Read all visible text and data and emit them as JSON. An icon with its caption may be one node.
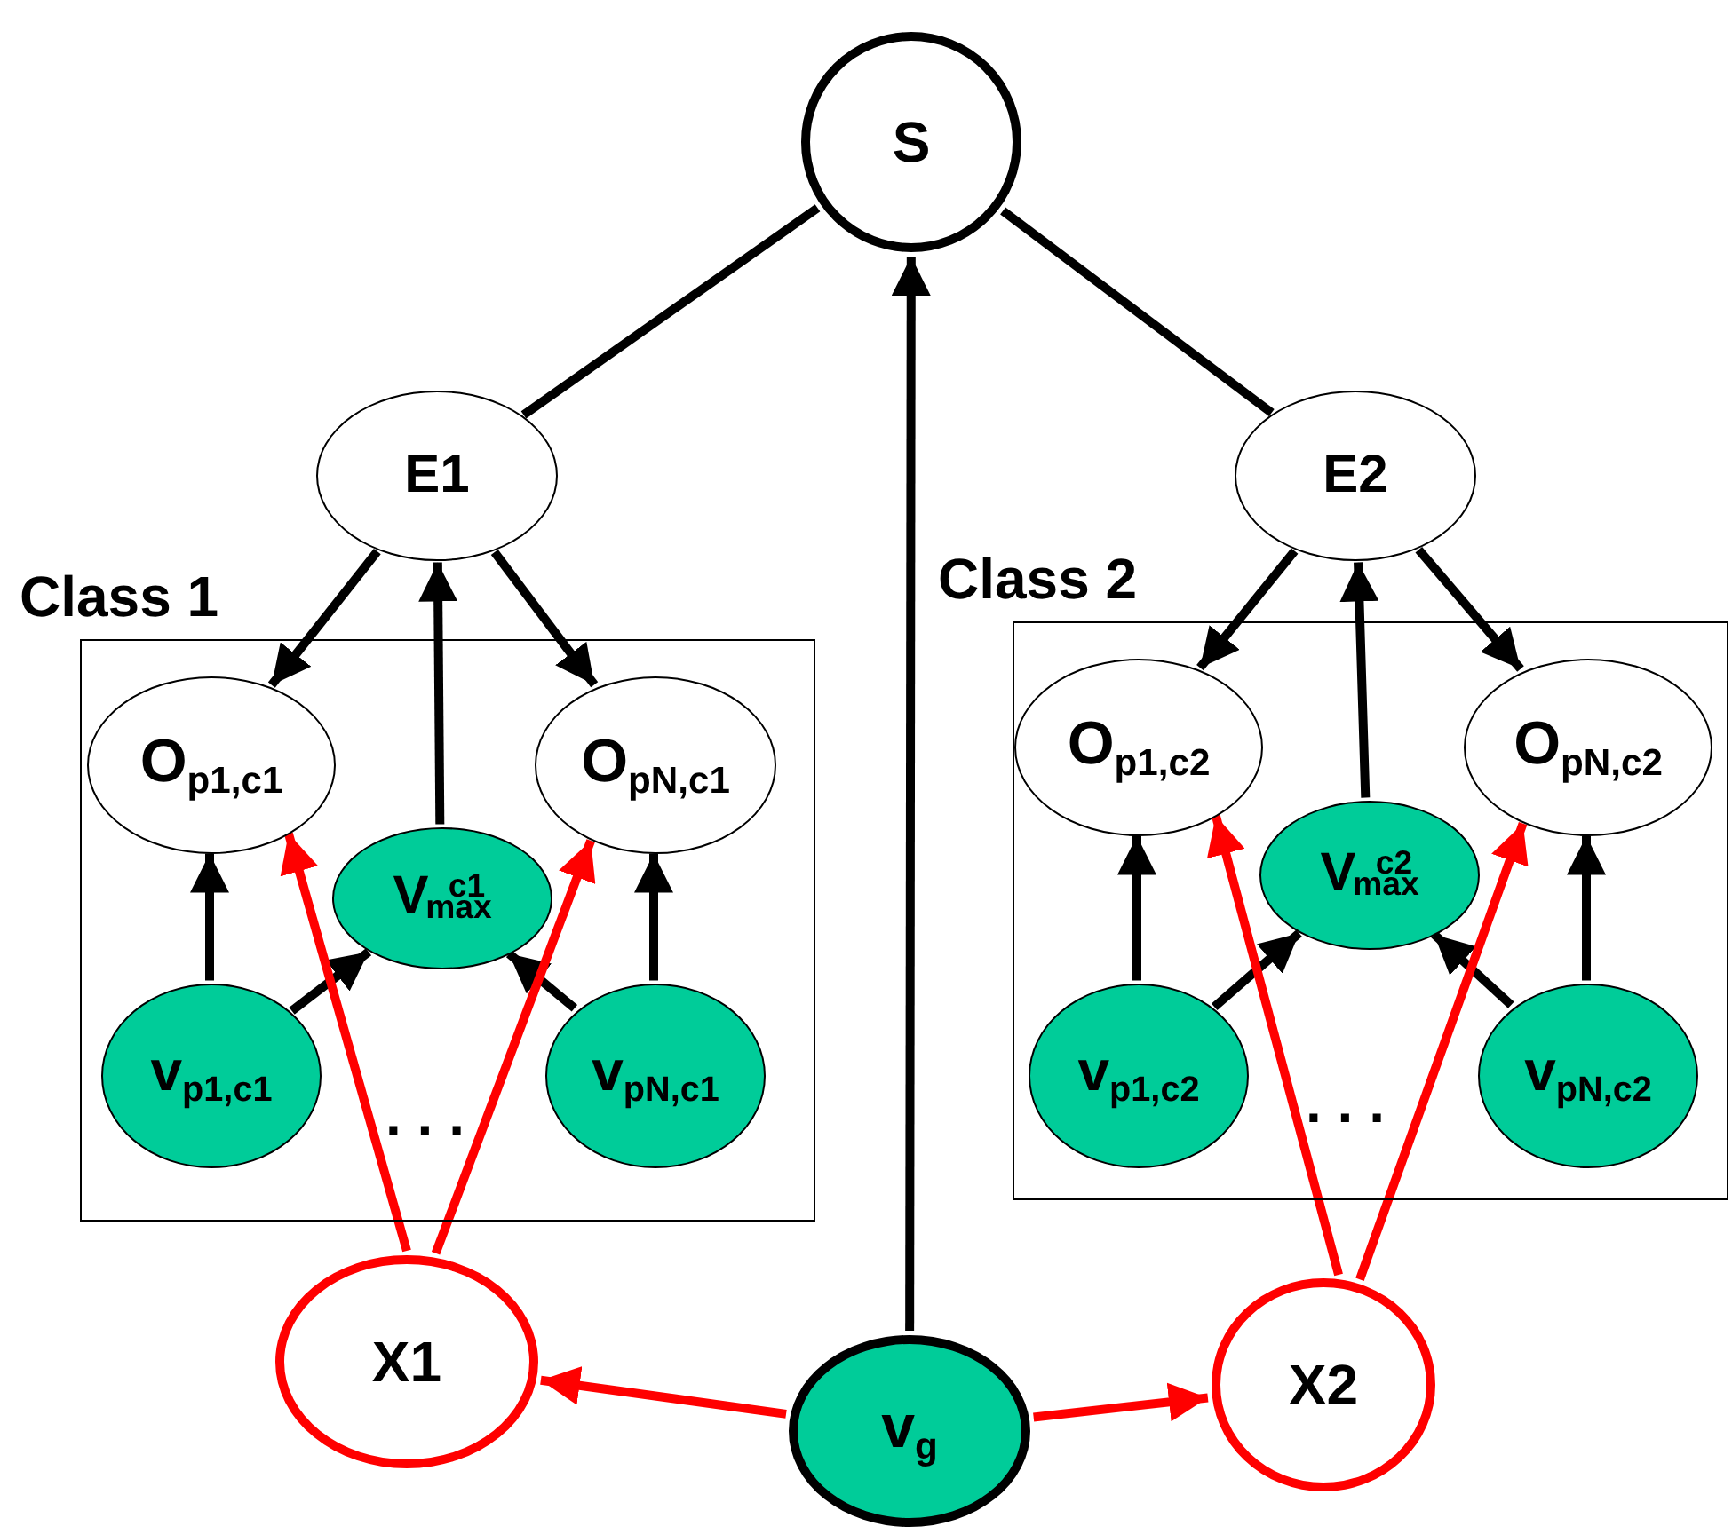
{
  "diagram": {
    "nodes": [
      {
        "text": [
          "S"
        ]
      },
      {
        "text": [
          "E1"
        ]
      },
      {
        "text": [
          "E2"
        ]
      },
      {
        "text": [
          "Class 1"
        ]
      },
      {
        "text": [
          "O$_{p1,c1}$"
        ],
        "in": 3
      },
      {
        "text": [
          "V$^{c1}$$_{max}$"
        ],
        "in": 3
      },
      {
        "text": [
          "O$_{pN,c1}$"
        ],
        "in": 3
      },
      {
        "text": [
          "v$_{p1,c1}$"
        ],
        "in": 3
      },
      {
        "text": [
          "v$_{pN,c1}$"
        ],
        "in": 3
      },
      {
        "text": [
          "Class 2"
        ]
      },
      {
        "text": [
          "O$_{p1,c2}$"
        ],
        "in": 9
      },
      {
        "text": [
          "V$^{c2}$$_{max}$"
        ],
        "in": 9
      },
      {
        "text": [
          "O$_{pN,c2}$"
        ],
        "in": 9
      },
      {
        "text": [
          "v$_{p1,c2}$"
        ],
        "in": 9
      },
      {
        "text": [
          "v$_{pN,c2}$"
        ],
        "in": 9
      },
      {
        "text": [
          "X1"
        ]
      },
      {
        "text": [
          "v$_{g}$"
        ]
      },
      {
        "text": [
          "X2"
        ]
      }
    ],
    "edges": [
      {
        "from": 0,
        "to": 1,
        "arrow": "none"
      },
      {
        "from": 0,
        "to": 2,
        "arrow": "none"
      },
      {
        "from": 16,
        "to": 0,
        "arrow": "to"
      },
      {
        "from": 1,
        "to": 4,
        "arrow": "to"
      },
      {
        "from": 5,
        "to": 1,
        "arrow": "to"
      },
      {
        "from": 1,
        "to": 6,
        "arrow": "to"
      },
      {
        "from": 7,
        "to": 4,
        "arrow": "to"
      },
      {
        "from": 7,
        "to": 5,
        "arrow": "to"
      },
      {
        "from": 8,
        "to": 5,
        "arrow": "to"
      },
      {
        "from": 8,
        "to": 6,
        "arrow": "to"
      },
      {
        "from": 2,
        "to": 10,
        "arrow": "to"
      },
      {
        "from": 11,
        "to": 2,
        "arrow": "to"
      },
      {
        "from": 2,
        "to": 12,
        "arrow": "to"
      },
      {
        "from": 13,
        "to": 10,
        "arrow": "to"
      },
      {
        "from": 13,
        "to": 11,
        "arrow": "to"
      },
      {
        "from": 14,
        "to": 11,
        "arrow": "to"
      },
      {
        "from": 14,
        "to": 12,
        "arrow": "to"
      },
      {
        "from": 15,
        "to": 4,
        "arrow": "to",
        "color": "#ff0000"
      },
      {
        "from": 15,
        "to": 6,
        "arrow": "to",
        "color": "#ff0000"
      },
      {
        "from": 17,
        "to": 10,
        "arrow": "to",
        "color": "#ff0000"
      },
      {
        "from": 17,
        "to": 12,
        "arrow": "to",
        "color": "#ff0000"
      },
      {
        "from": 16,
        "to": 15,
        "arrow": "to",
        "color": "#ff0000"
      },
      {
        "from": 16,
        "to": 17,
        "arrow": "to",
        "color": "#ff0000"
      }
    ],
    "labels": [
      ". . .",
      ". . ."
    ]
  }
}
